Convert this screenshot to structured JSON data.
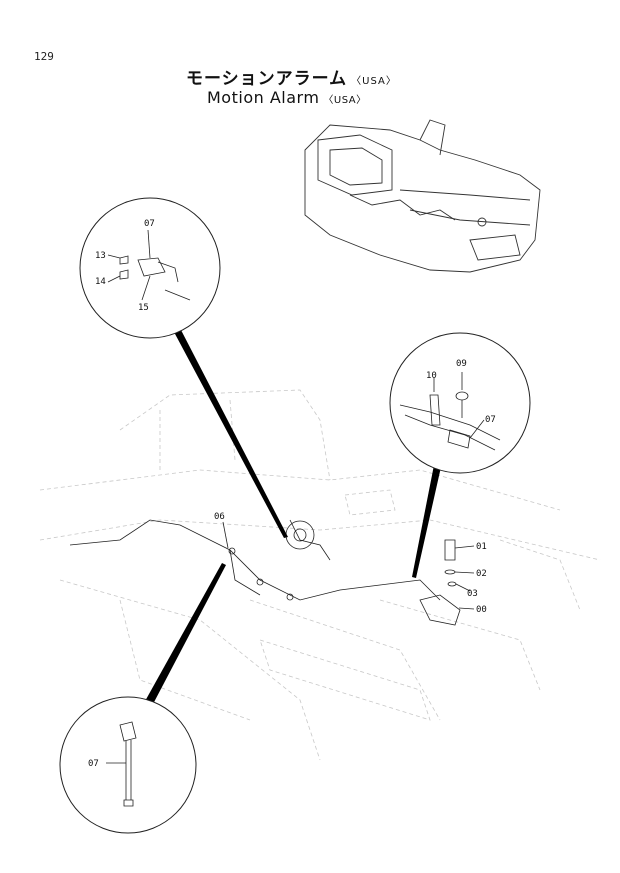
{
  "page_number": "129",
  "title_jp": "モーションアラーム",
  "title_jp_suffix": "〈USA〉",
  "title_en": "Motion Alarm",
  "title_en_suffix": "〈USA〉",
  "callouts": {
    "top_left": [
      "07",
      "13",
      "14",
      "15"
    ],
    "right": [
      "09",
      "10",
      "07"
    ],
    "bottom_left": [
      "07"
    ],
    "main": [
      "06",
      "01",
      "02",
      "03",
      "00"
    ]
  }
}
